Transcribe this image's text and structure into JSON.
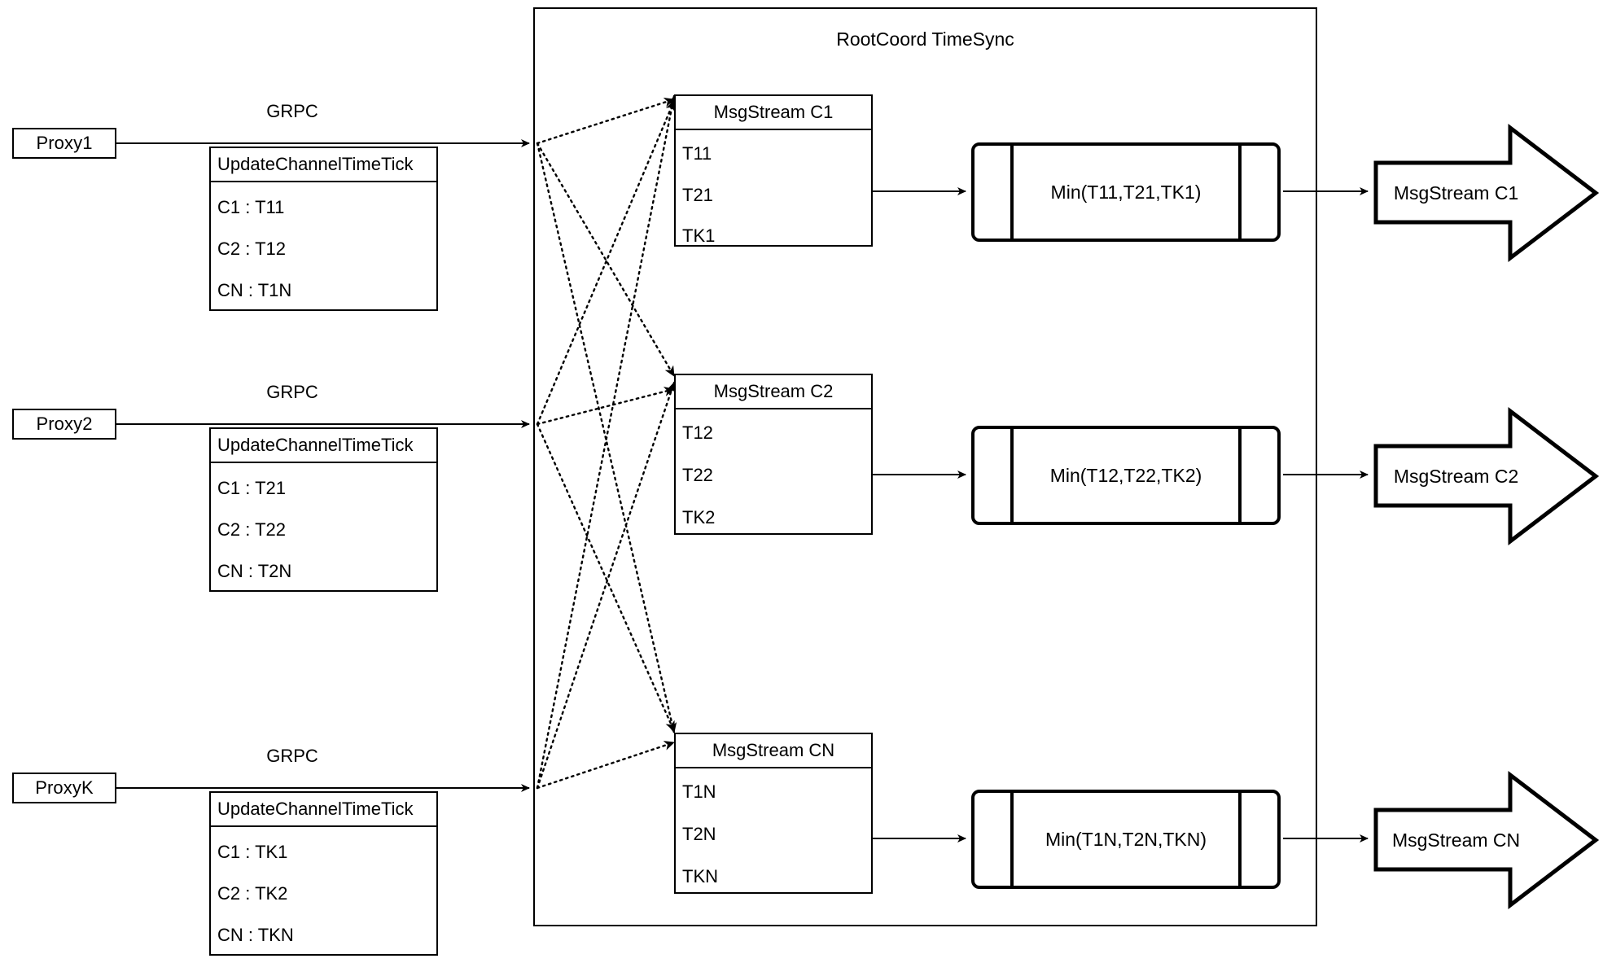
{
  "container": {
    "title": "RootCoord TimeSync"
  },
  "rows": [
    {
      "proxy": "Proxy1",
      "protocol": "GRPC",
      "request": {
        "title": "UpdateChannelTimeTick",
        "entries": [
          "C1 :  T11",
          "C2 :  T12",
          "CN : T1N"
        ]
      },
      "msgstream": {
        "title": "MsgStream C1",
        "entries": [
          "T11",
          "T21",
          "TK1"
        ]
      },
      "reduce": "Min(T11,T21,TK1)",
      "output": "MsgStream C1"
    },
    {
      "proxy": "Proxy2",
      "protocol": "GRPC",
      "request": {
        "title": "UpdateChannelTimeTick",
        "entries": [
          "C1 :  T21",
          "C2 :  T22",
          "CN : T2N"
        ]
      },
      "msgstream": {
        "title": "MsgStream C2",
        "entries": [
          "T12",
          "T22",
          "TK2"
        ]
      },
      "reduce": "Min(T12,T22,TK2)",
      "output": "MsgStream C2"
    },
    {
      "proxy": "ProxyK",
      "protocol": "GRPC",
      "request": {
        "title": "UpdateChannelTimeTick",
        "entries": [
          "C1 :  TK1",
          "C2 :  TK2",
          "CN : TKN"
        ]
      },
      "msgstream": {
        "title": "MsgStream CN",
        "entries": [
          "T1N",
          "T2N",
          "TKN"
        ]
      },
      "reduce": "Min(T1N,T2N,TKN)",
      "output": "MsgStream CN"
    }
  ],
  "colors": {
    "stroke": "#000000",
    "background": "#ffffff"
  }
}
